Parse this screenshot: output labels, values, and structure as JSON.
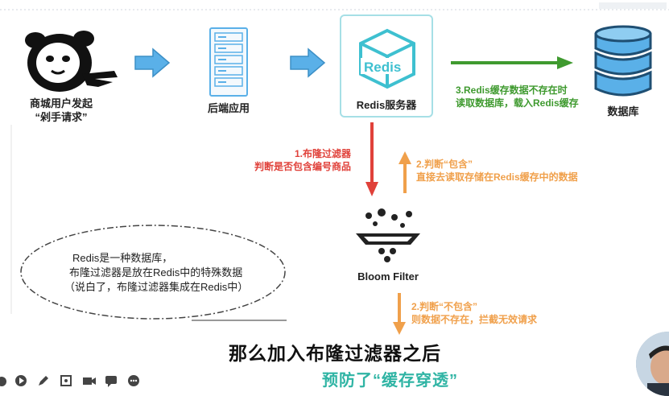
{
  "nodes": {
    "user": {
      "line1": "商城用户发起",
      "line2": "“剁手请求”",
      "icon": "panda-meme-icon"
    },
    "backend": {
      "label": "后端应用",
      "icon": "server-rack-icon"
    },
    "redis": {
      "label": "Redis服务器",
      "logo_text": "Redis",
      "icon": "redis-cube-icon"
    },
    "database": {
      "label": "数据库",
      "icon": "database-icon"
    },
    "bloom": {
      "label": "Bloom Filter",
      "icon": "bloom-filter-funnel-icon"
    }
  },
  "annotations": {
    "step3": {
      "line1": "3.Redis缓存数据不存在时",
      "line2": "读取数据库，载入Redis缓存",
      "color": "#3f9a2f"
    },
    "step1": {
      "line1": "1.布隆过滤器",
      "line2": "判断是否包含编号商品",
      "color": "#e0413a"
    },
    "step2_contains": {
      "line1": "2.判断“包含”",
      "line2": "直接去读取存储在Redis缓存中的数据",
      "color": "#f0a04b"
    },
    "step2_not": {
      "line1": "2.判断“不包含”",
      "line2": "则数据不存在，拦截无效请求",
      "color": "#f0a04b"
    }
  },
  "ellipse_note": {
    "line1": "Redis是一种数据库，",
    "line2": "布隆过滤器是放在Redis中的特殊数据",
    "line3": "（说白了，布隆过滤器集成在Redis中）"
  },
  "caption": "那么加入布隆过滤器之后",
  "subcaption": "预防了“缓存穿透”",
  "colors": {
    "blue_arrow": "#5ab0e8",
    "green_arrow": "#3f9a2f",
    "red_arrow": "#e0413a",
    "orange_arrow": "#f0a04b",
    "subcaption": "#2fb4a4"
  },
  "controls": [
    "prev-icon",
    "play-icon",
    "pen-icon",
    "crop-icon",
    "camera-icon",
    "comment-icon",
    "more-icon"
  ]
}
